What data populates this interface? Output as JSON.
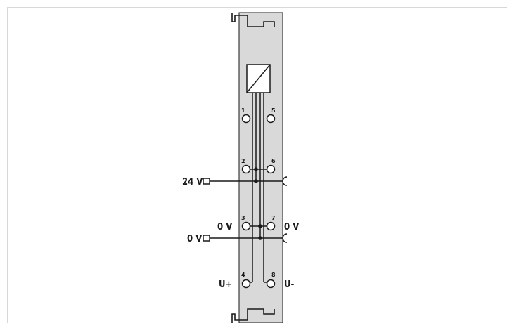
{
  "terminals": [
    {
      "number": "1"
    },
    {
      "number": "2"
    },
    {
      "number": "3"
    },
    {
      "number": "4"
    },
    {
      "number": "5"
    },
    {
      "number": "6"
    },
    {
      "number": "7"
    },
    {
      "number": "8"
    }
  ],
  "labels": {
    "supply_24v": "24 V",
    "zero_v_left_upper": "0 V",
    "zero_v_left_lower": "0 V",
    "zero_v_right": "0 V",
    "u_plus": "U+",
    "u_minus": "U-"
  },
  "colors": {
    "module_fill": "#d9d9d9",
    "line": "#1a1a1a",
    "background": "#ffffff"
  }
}
